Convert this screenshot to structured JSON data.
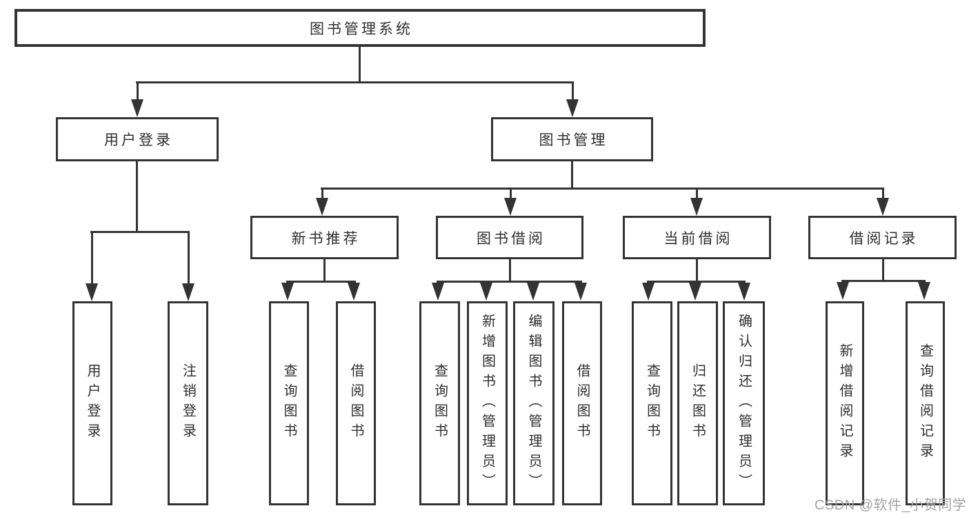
{
  "tree": {
    "root": {
      "label": "图书管理系统"
    },
    "branches": [
      {
        "label": "用户登录",
        "children": [
          {
            "label": "用户登录"
          },
          {
            "label": "注销登录"
          }
        ]
      },
      {
        "label": "图书管理",
        "children": [
          {
            "label": "新书推荐",
            "children": [
              {
                "label": "查询图书"
              },
              {
                "label": "借阅图书"
              }
            ]
          },
          {
            "label": "图书借阅",
            "children": [
              {
                "label": "查询图书"
              },
              {
                "label": "新增图书（管理员）"
              },
              {
                "label": "编辑图书（管理员）"
              },
              {
                "label": "借阅图书"
              }
            ]
          },
          {
            "label": "当前借阅",
            "children": [
              {
                "label": "查询图书"
              },
              {
                "label": "归还图书"
              },
              {
                "label": "确认归还（管理员）"
              }
            ]
          },
          {
            "label": "借阅记录",
            "children": [
              {
                "label": "新增借阅记录"
              },
              {
                "label": "查询借阅记录"
              }
            ]
          }
        ]
      }
    ]
  },
  "watermark": {
    "text": "CSDN @软件_小贺同学"
  },
  "colors": {
    "line": "#333333",
    "text": "#2e2e2e",
    "box_fill": "#ffffff",
    "background": "#ffffff",
    "watermark": "#a3a3a3"
  }
}
